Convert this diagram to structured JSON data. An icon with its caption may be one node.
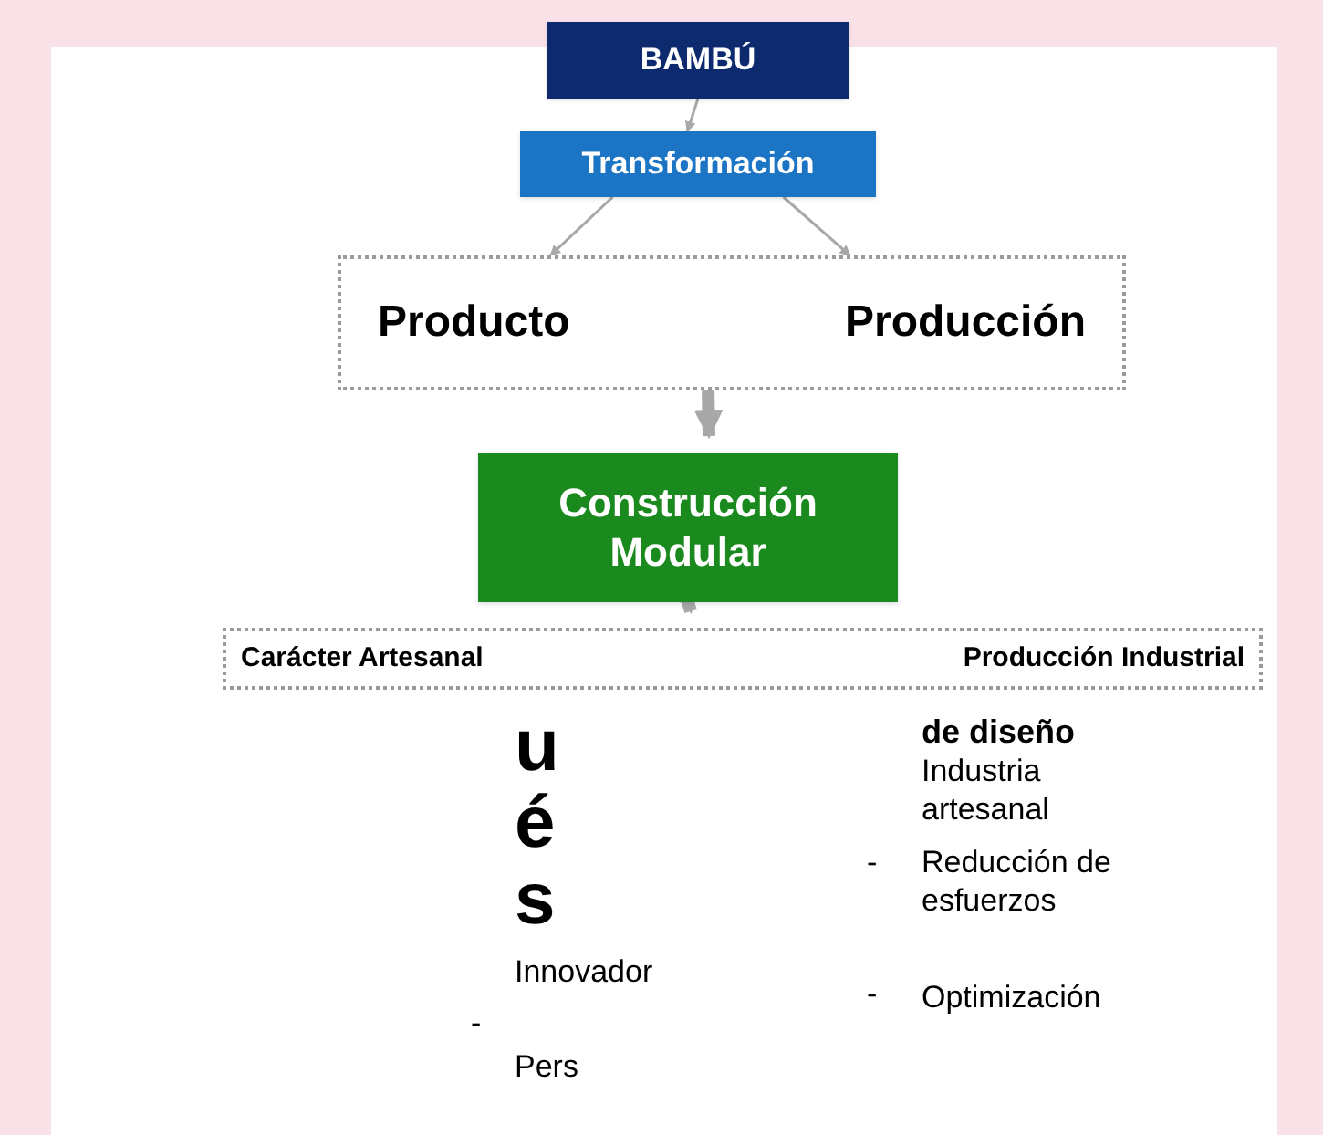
{
  "diagram": {
    "nodes": [
      {
        "text": [
          "BAMBÚ"
        ]
      },
      {
        "text": [
          "Transformación"
        ]
      },
      {
        "text": [
          "Producto",
          "Producción"
        ]
      },
      {
        "text": [
          "Construcción Modular"
        ]
      },
      {
        "text": [
          "Carácter Artesanal",
          "Producción Industrial"
        ]
      }
    ],
    "edges": [
      {
        "from": 0,
        "to": 1,
        "arrow": "to"
      },
      {
        "from": 1,
        "to": 2,
        "arrow": "to"
      },
      {
        "from": 1,
        "to": 2,
        "arrow": "to"
      },
      {
        "from": 2,
        "to": 3,
        "arrow": "to",
        "style": "thick"
      },
      {
        "from": 3,
        "to": 4,
        "arrow": "to",
        "style": "thick"
      }
    ],
    "labels": [
      "ués",
      "Innovador",
      "-",
      "Pers",
      "de diseño",
      "Industria artesanal",
      "-",
      "Reducción de esfuerzos",
      "-",
      "Optimización"
    ]
  }
}
